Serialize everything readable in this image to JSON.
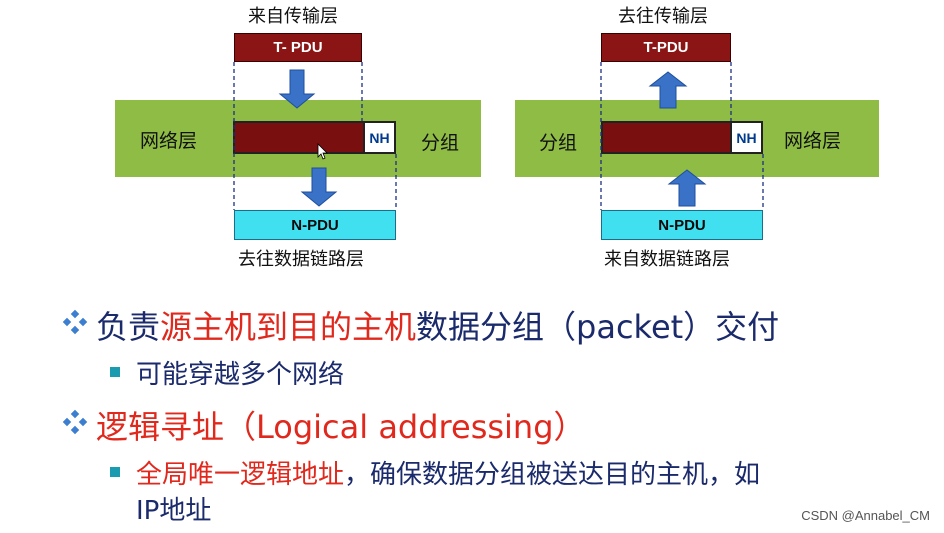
{
  "diagram": {
    "left": {
      "top_caption": "来自传输层",
      "top_box": "T- PDU",
      "side_label_left": "网络层",
      "side_label_right": "分组",
      "header": "NH",
      "bottom_box": "N-PDU",
      "bottom_caption": "去往数据链路层"
    },
    "right": {
      "top_caption": "去往传输层",
      "top_box": "T-PDU",
      "side_label_left": "分组",
      "side_label_right": "网络层",
      "header": "NH",
      "bottom_box": "N-PDU",
      "bottom_caption": "来自数据链路层"
    },
    "colors": {
      "band": "#8fbc45",
      "packet": "#7a0f0f",
      "npdu": "#40e0f0",
      "arrow": "#3a72c8"
    }
  },
  "bullets": {
    "b1": {
      "pre": "负责",
      "highlight": "源主机到目的主机",
      "post": "数据分组（packet）交付"
    },
    "b1_sub": "可能穿越多个网络",
    "b2": {
      "highlight": "逻辑寻址（Logical addressing）"
    },
    "b2_sub": {
      "highlight": "全局唯一逻辑地址",
      "post_line1": "，确保数据分组被送达目的主机，如",
      "line2": "IP地址"
    }
  },
  "watermark": "CSDN @Annabel_CM"
}
